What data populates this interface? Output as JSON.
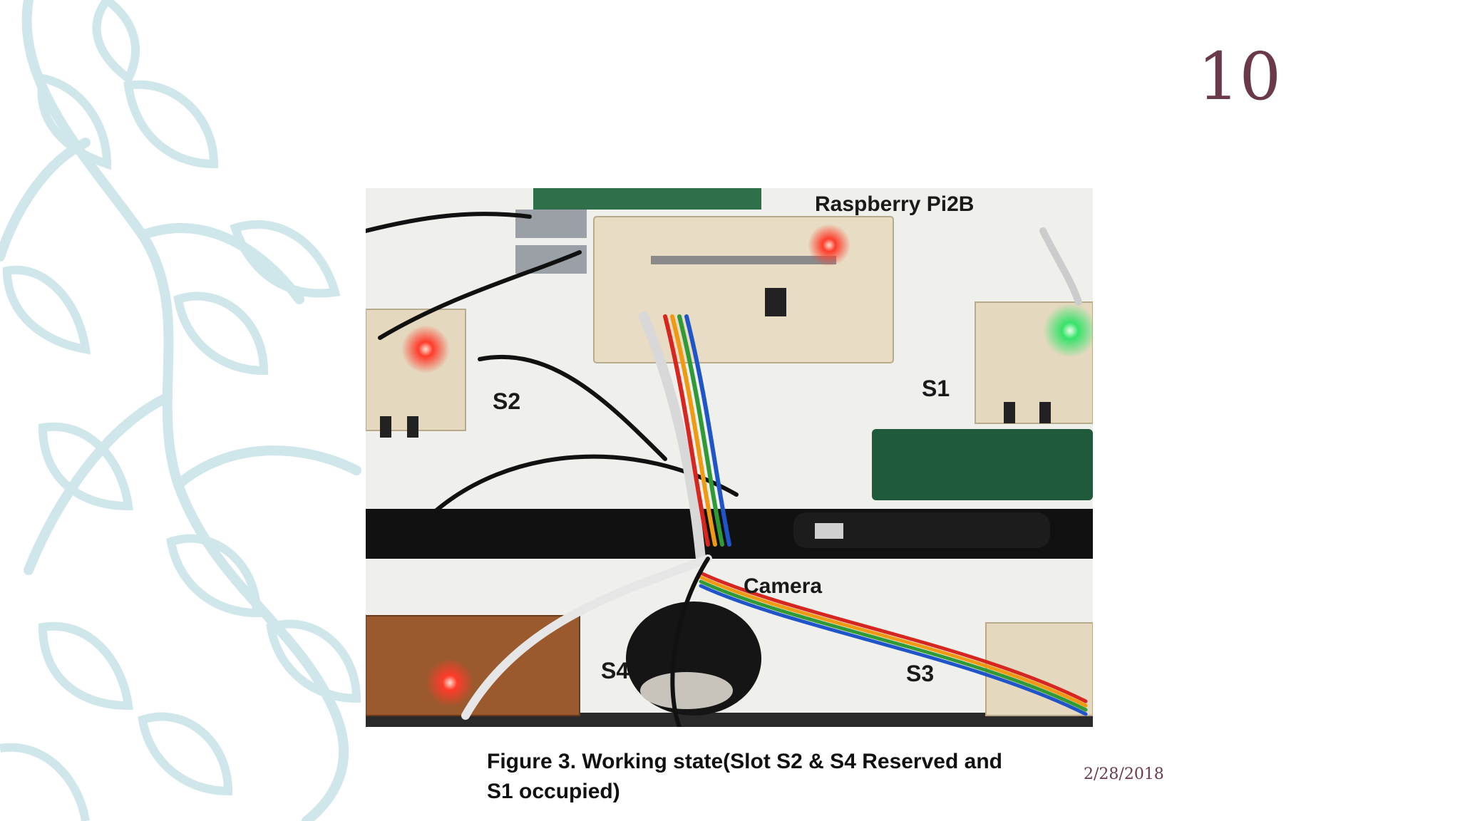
{
  "slide": {
    "number": "10",
    "date": "2/28/2018"
  },
  "figure": {
    "caption": "Figure 3. Working state(Slot S2 & S4 Reserved and S1 occupied)",
    "photo_labels": {
      "raspberry": "Raspberry Pi2B",
      "s1": "S1",
      "s2": "S2",
      "s3": "S3",
      "s4": "S4",
      "camera": "Camera"
    }
  },
  "colors": {
    "accent": "#6b3a4a",
    "leaf_decoration": "#cfe6ea",
    "led_red": "#ff3b2a",
    "led_green": "#35e36a"
  }
}
